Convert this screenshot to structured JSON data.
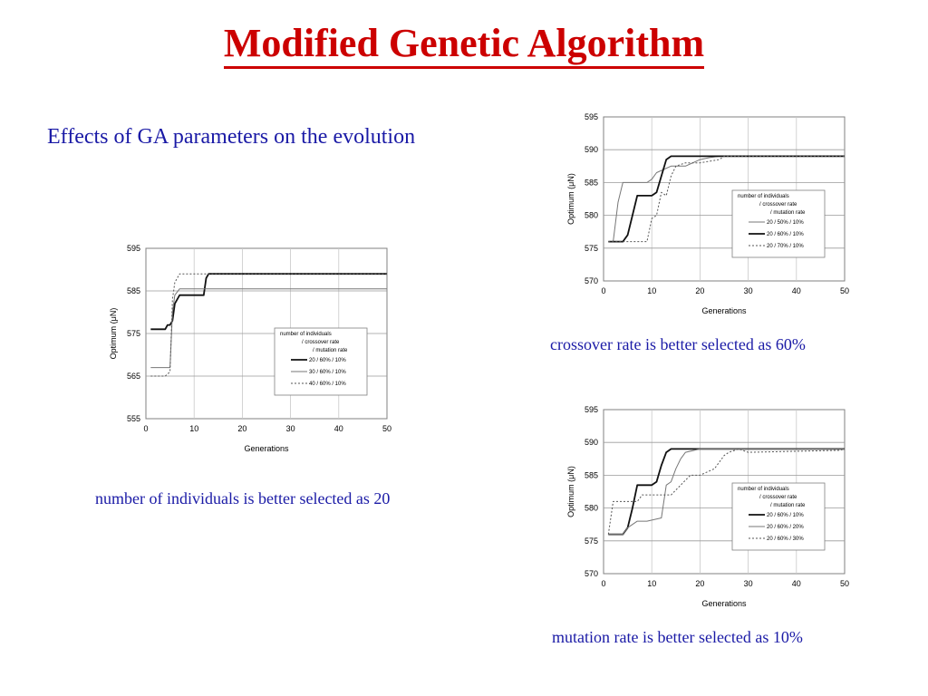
{
  "slide": {
    "title": "Modified Genetic Algorithm",
    "subtitle": "Effects of GA parameters on the evolution",
    "captions": {
      "individuals": "number of individuals is better selected as 20",
      "crossover": "crossover rate is better selected as 60%",
      "mutation": "mutation  rate is better selected as 10%"
    }
  },
  "chart_data": [
    {
      "id": "individuals",
      "type": "line",
      "xlabel": "Generations",
      "ylabel": "Optimum (μN)",
      "xlim": [
        0,
        50
      ],
      "ylim": [
        555,
        595
      ],
      "xticks": [
        0,
        10,
        20,
        30,
        40,
        50
      ],
      "yticks": [
        555,
        565,
        575,
        585,
        595
      ],
      "grid": true,
      "legend": {
        "position": "right",
        "header": [
          "number of individuals",
          "/ crossover rate",
          "/ mutation rate"
        ]
      },
      "series": [
        {
          "name": "20 / 60% / 10%",
          "style": "thick",
          "x": [
            1,
            3,
            4,
            4.5,
            5,
            5.5,
            6,
            7,
            10,
            12,
            12.5,
            13,
            50
          ],
          "y": [
            576,
            576,
            576,
            577,
            577,
            578,
            582,
            584,
            584,
            584,
            588,
            589,
            589
          ]
        },
        {
          "name": "30 / 60% / 10%",
          "style": "thin",
          "x": [
            1,
            4,
            5,
            5.5,
            6,
            7,
            50
          ],
          "y": [
            567,
            567,
            567,
            580,
            584,
            585.5,
            585.5
          ]
        },
        {
          "name": "40 / 60% / 10%",
          "style": "dotted",
          "x": [
            1,
            4,
            5,
            5.5,
            6,
            7,
            50
          ],
          "y": [
            565,
            565,
            566,
            583,
            587,
            589,
            589
          ]
        }
      ]
    },
    {
      "id": "crossover",
      "type": "line",
      "xlabel": "Generations",
      "ylabel": "Optimum (μN)",
      "xlim": [
        0,
        50
      ],
      "ylim": [
        570,
        595
      ],
      "xticks": [
        0,
        10,
        20,
        30,
        40,
        50
      ],
      "yticks": [
        570,
        575,
        580,
        585,
        590,
        595
      ],
      "grid": true,
      "legend": {
        "position": "right",
        "header": [
          "number of individuals",
          "/ crossover rate",
          "/ mutation rate"
        ]
      },
      "series": [
        {
          "name": "20 / 50% / 10%",
          "style": "thin",
          "x": [
            1,
            2,
            3,
            4,
            7,
            9,
            10,
            11,
            14,
            17,
            20,
            22,
            24,
            50
          ],
          "y": [
            576,
            576,
            582,
            585,
            585,
            585,
            585.5,
            586.5,
            587.5,
            587.5,
            588.5,
            588.8,
            589,
            589
          ]
        },
        {
          "name": "20 / 60% / 10%",
          "style": "thick",
          "x": [
            1,
            4,
            5,
            6,
            7,
            9,
            10,
            11,
            12,
            13,
            14,
            20,
            50
          ],
          "y": [
            576,
            576,
            577,
            580,
            583,
            583,
            583,
            583.5,
            586,
            588.5,
            589,
            589,
            589
          ]
        },
        {
          "name": "20 / 70% / 10%",
          "style": "dotted",
          "x": [
            1,
            9,
            10,
            11,
            12,
            13,
            14,
            15,
            17,
            20,
            24,
            25,
            50
          ],
          "y": [
            576,
            576,
            579.5,
            580,
            583.5,
            583,
            586,
            587.5,
            588,
            588,
            588.5,
            589,
            589
          ]
        }
      ]
    },
    {
      "id": "mutation",
      "type": "line",
      "xlabel": "Generations",
      "ylabel": "Optimum (μN)",
      "xlim": [
        0,
        50
      ],
      "ylim": [
        570,
        595
      ],
      "xticks": [
        0,
        10,
        20,
        30,
        40,
        50
      ],
      "yticks": [
        570,
        575,
        580,
        585,
        590,
        595
      ],
      "grid": true,
      "legend": {
        "position": "right",
        "header": [
          "number of individuals",
          "/ crossover rate",
          "/ mutation rate"
        ]
      },
      "series": [
        {
          "name": "20 / 60% / 10%",
          "style": "thick",
          "x": [
            1,
            4,
            5,
            6,
            7,
            9,
            10,
            11,
            12,
            13,
            14,
            50
          ],
          "y": [
            576,
            576,
            577,
            580,
            583.5,
            583.5,
            583.5,
            584,
            586.5,
            588.5,
            589,
            589
          ]
        },
        {
          "name": "20 / 60% / 20%",
          "style": "thin",
          "x": [
            1,
            4,
            5,
            7,
            9,
            12,
            13,
            14,
            15,
            16,
            17,
            20,
            50
          ],
          "y": [
            576,
            576,
            577,
            578,
            578,
            578.5,
            583.5,
            584,
            586,
            587.5,
            588.5,
            589,
            589
          ]
        },
        {
          "name": "20 / 60% / 30%",
          "style": "dotted",
          "x": [
            1,
            2,
            3,
            7,
            8,
            14,
            18,
            19,
            20,
            23,
            25,
            26,
            28,
            30,
            49,
            50
          ],
          "y": [
            576,
            581,
            581,
            581,
            582,
            582,
            585,
            585,
            585,
            586,
            588,
            588.5,
            589,
            588.5,
            588.8,
            589
          ]
        }
      ]
    }
  ]
}
